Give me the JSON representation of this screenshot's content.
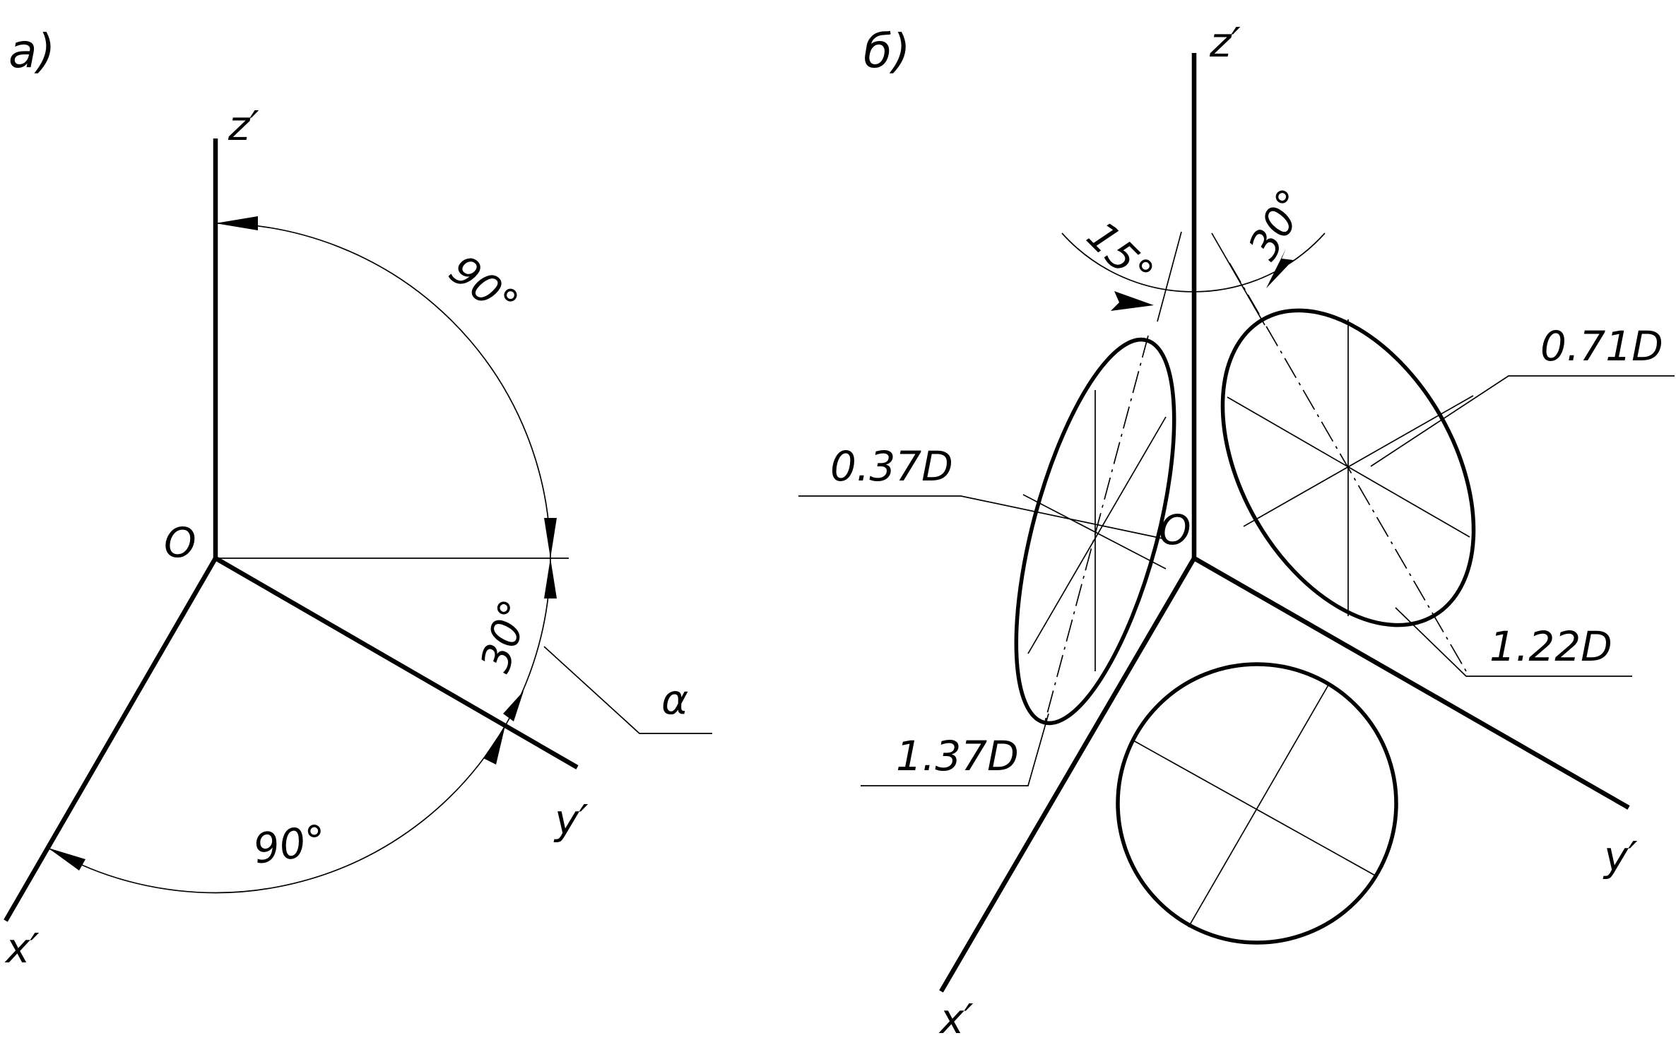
{
  "panel_a": {
    "label": "а)",
    "origin": "O",
    "axis_z": "z′",
    "axis_x": "x′",
    "axis_y": "y′",
    "angle_zy": "90°",
    "angle_yx": "90°",
    "angle_alpha": "30°",
    "alpha": "α"
  },
  "panel_b": {
    "label": "б)",
    "origin": "O",
    "axis_z": "z′",
    "axis_x": "x′",
    "axis_y": "y′",
    "angle_left": "15°",
    "angle_right": "30°",
    "dim_071": "0.71D",
    "dim_037": "0.37D",
    "dim_137": "1.37D",
    "dim_122": "1.22D"
  }
}
